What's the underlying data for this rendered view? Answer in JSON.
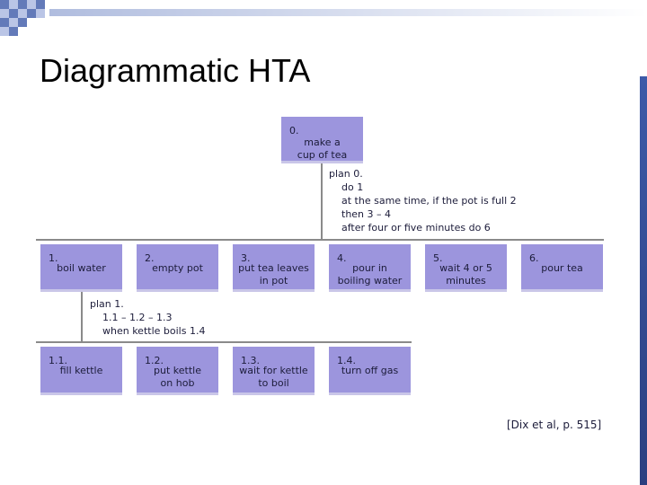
{
  "slide": {
    "title": "Diagrammatic HTA"
  },
  "diagram": {
    "root": {
      "num": "0.",
      "label": "make a\ncup of tea"
    },
    "plan0": {
      "head": "plan 0.",
      "steps": [
        "do 1",
        "at the same time, if the pot is full 2",
        "then 3 – 4",
        "after four or five minutes do 6"
      ]
    },
    "level1": [
      {
        "num": "1.",
        "label": "boil water"
      },
      {
        "num": "2.",
        "label": "empty pot"
      },
      {
        "num": "3.",
        "label": "put tea leaves\nin pot"
      },
      {
        "num": "4.",
        "label": "pour in\nboiling water"
      },
      {
        "num": "5.",
        "label": "wait 4 or 5\nminutes"
      },
      {
        "num": "6.",
        "label": "pour tea"
      }
    ],
    "plan1": {
      "head": "plan 1.",
      "steps": [
        "1.1 – 1.2 – 1.3",
        "when kettle boils 1.4"
      ]
    },
    "level2": [
      {
        "num": "1.1.",
        "label": "fill kettle"
      },
      {
        "num": "1.2.",
        "label": "put kettle\non hob"
      },
      {
        "num": "1.3.",
        "label": "wait for kettle\nto boil"
      },
      {
        "num": "1.4.",
        "label": "turn off gas"
      }
    ],
    "citation": "[Dix et al, p. 515]"
  }
}
